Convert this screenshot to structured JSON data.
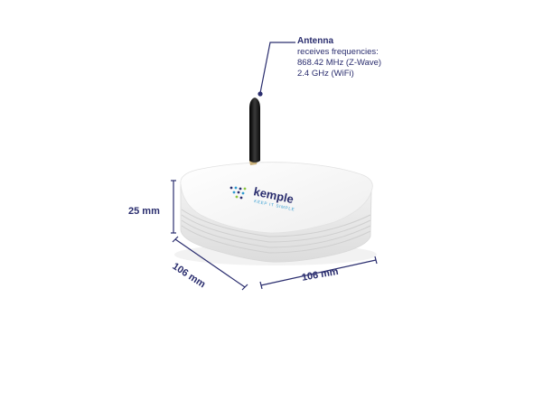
{
  "antenna": {
    "title": "Antenna",
    "line1": "receives frequencies:",
    "line2": "868.42 MHz (Z-Wave)",
    "line3": "2.4 GHz (WiFi)"
  },
  "dimensions": {
    "height": "25 mm",
    "depth": "106 mm",
    "width": "106 mm"
  },
  "brand": {
    "name": "kemple",
    "tagline": "KEEP IT SIMPLE"
  },
  "colors": {
    "accent": "#2a2d6e",
    "device": "#f4f4f4",
    "antenna": "#1a1a1a"
  }
}
